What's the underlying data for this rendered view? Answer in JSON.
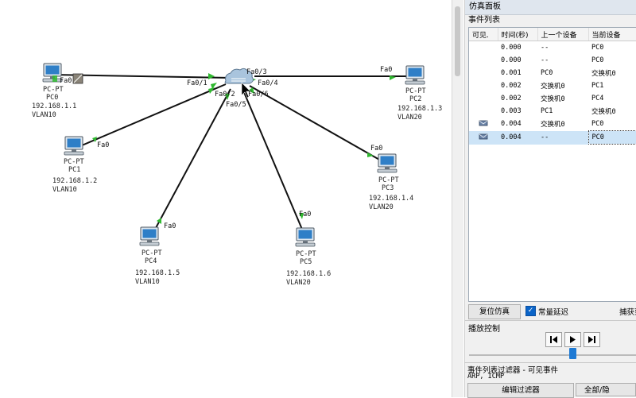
{
  "topology": {
    "switch_ports": {
      "fa01": "Fa0/1",
      "fa02": "Fa0/2",
      "fa03": "Fa0/3",
      "fa04": "Fa0/4",
      "fa05": "Fa0/5",
      "fa06": "Fa0/6"
    },
    "devices": [
      {
        "id": "pc0",
        "type": "PC-PT",
        "name": "PC0",
        "ip": "192.168.1.1",
        "vlan": "VLAN10",
        "port": "Fa0"
      },
      {
        "id": "pc1",
        "type": "PC-PT",
        "name": "PC1",
        "ip": "192.168.1.2",
        "vlan": "VLAN10",
        "port": "Fa0"
      },
      {
        "id": "pc2",
        "type": "PC-PT",
        "name": "PC2",
        "ip": "192.168.1.3",
        "vlan": "VLAN20",
        "port": "Fa0"
      },
      {
        "id": "pc3",
        "type": "PC-PT",
        "name": "PC3",
        "ip": "192.168.1.4",
        "vlan": "VLAN20",
        "port": "Fa0"
      },
      {
        "id": "pc4",
        "type": "PC-PT",
        "name": "PC4",
        "ip": "192.168.1.5",
        "vlan": "VLAN10",
        "port": "Fa0"
      },
      {
        "id": "pc5",
        "type": "PC-PT",
        "name": "PC5",
        "ip": "192.168.1.6",
        "vlan": "VLAN20",
        "port": "Fa0"
      }
    ]
  },
  "sim_panel": {
    "title": "仿真面板",
    "event_list_title": "事件列表",
    "columns": [
      "可见.",
      "时间(秒)",
      "上一个设备",
      "当前设备"
    ],
    "events": [
      {
        "visible": "",
        "time": "0.000",
        "last": "--",
        "current": "PC0"
      },
      {
        "visible": "",
        "time": "0.000",
        "last": "--",
        "current": "PC0"
      },
      {
        "visible": "",
        "time": "0.001",
        "last": "PC0",
        "current": "交换机0"
      },
      {
        "visible": "",
        "time": "0.002",
        "last": "交换机0",
        "current": "PC1"
      },
      {
        "visible": "",
        "time": "0.002",
        "last": "交换机0",
        "current": "PC4"
      },
      {
        "visible": "",
        "time": "0.003",
        "last": "PC1",
        "current": "交换机0"
      },
      {
        "visible": "eye",
        "time": "0.004",
        "last": "交换机0",
        "current": "PC0"
      },
      {
        "visible": "eye",
        "time": "0.004",
        "last": "--",
        "current": "PC0"
      }
    ],
    "selected_row": 7,
    "reset_button": "复位仿真",
    "constant_delay_label": "常量延迟",
    "constant_delay_checked": true,
    "capture_button": "捕获到",
    "playback_title": "播放控制",
    "filter_title": "事件列表过滤器 - 可见事件",
    "filter_value": "ARP, ICMP",
    "edit_filter_button": "编辑过滤器",
    "show_all_button": "全部/隐"
  },
  "colors": {
    "cable": "#111111",
    "link_up": "#2fb82f",
    "selected_row": "#cde4f7",
    "accent": "#1e7ad4"
  }
}
